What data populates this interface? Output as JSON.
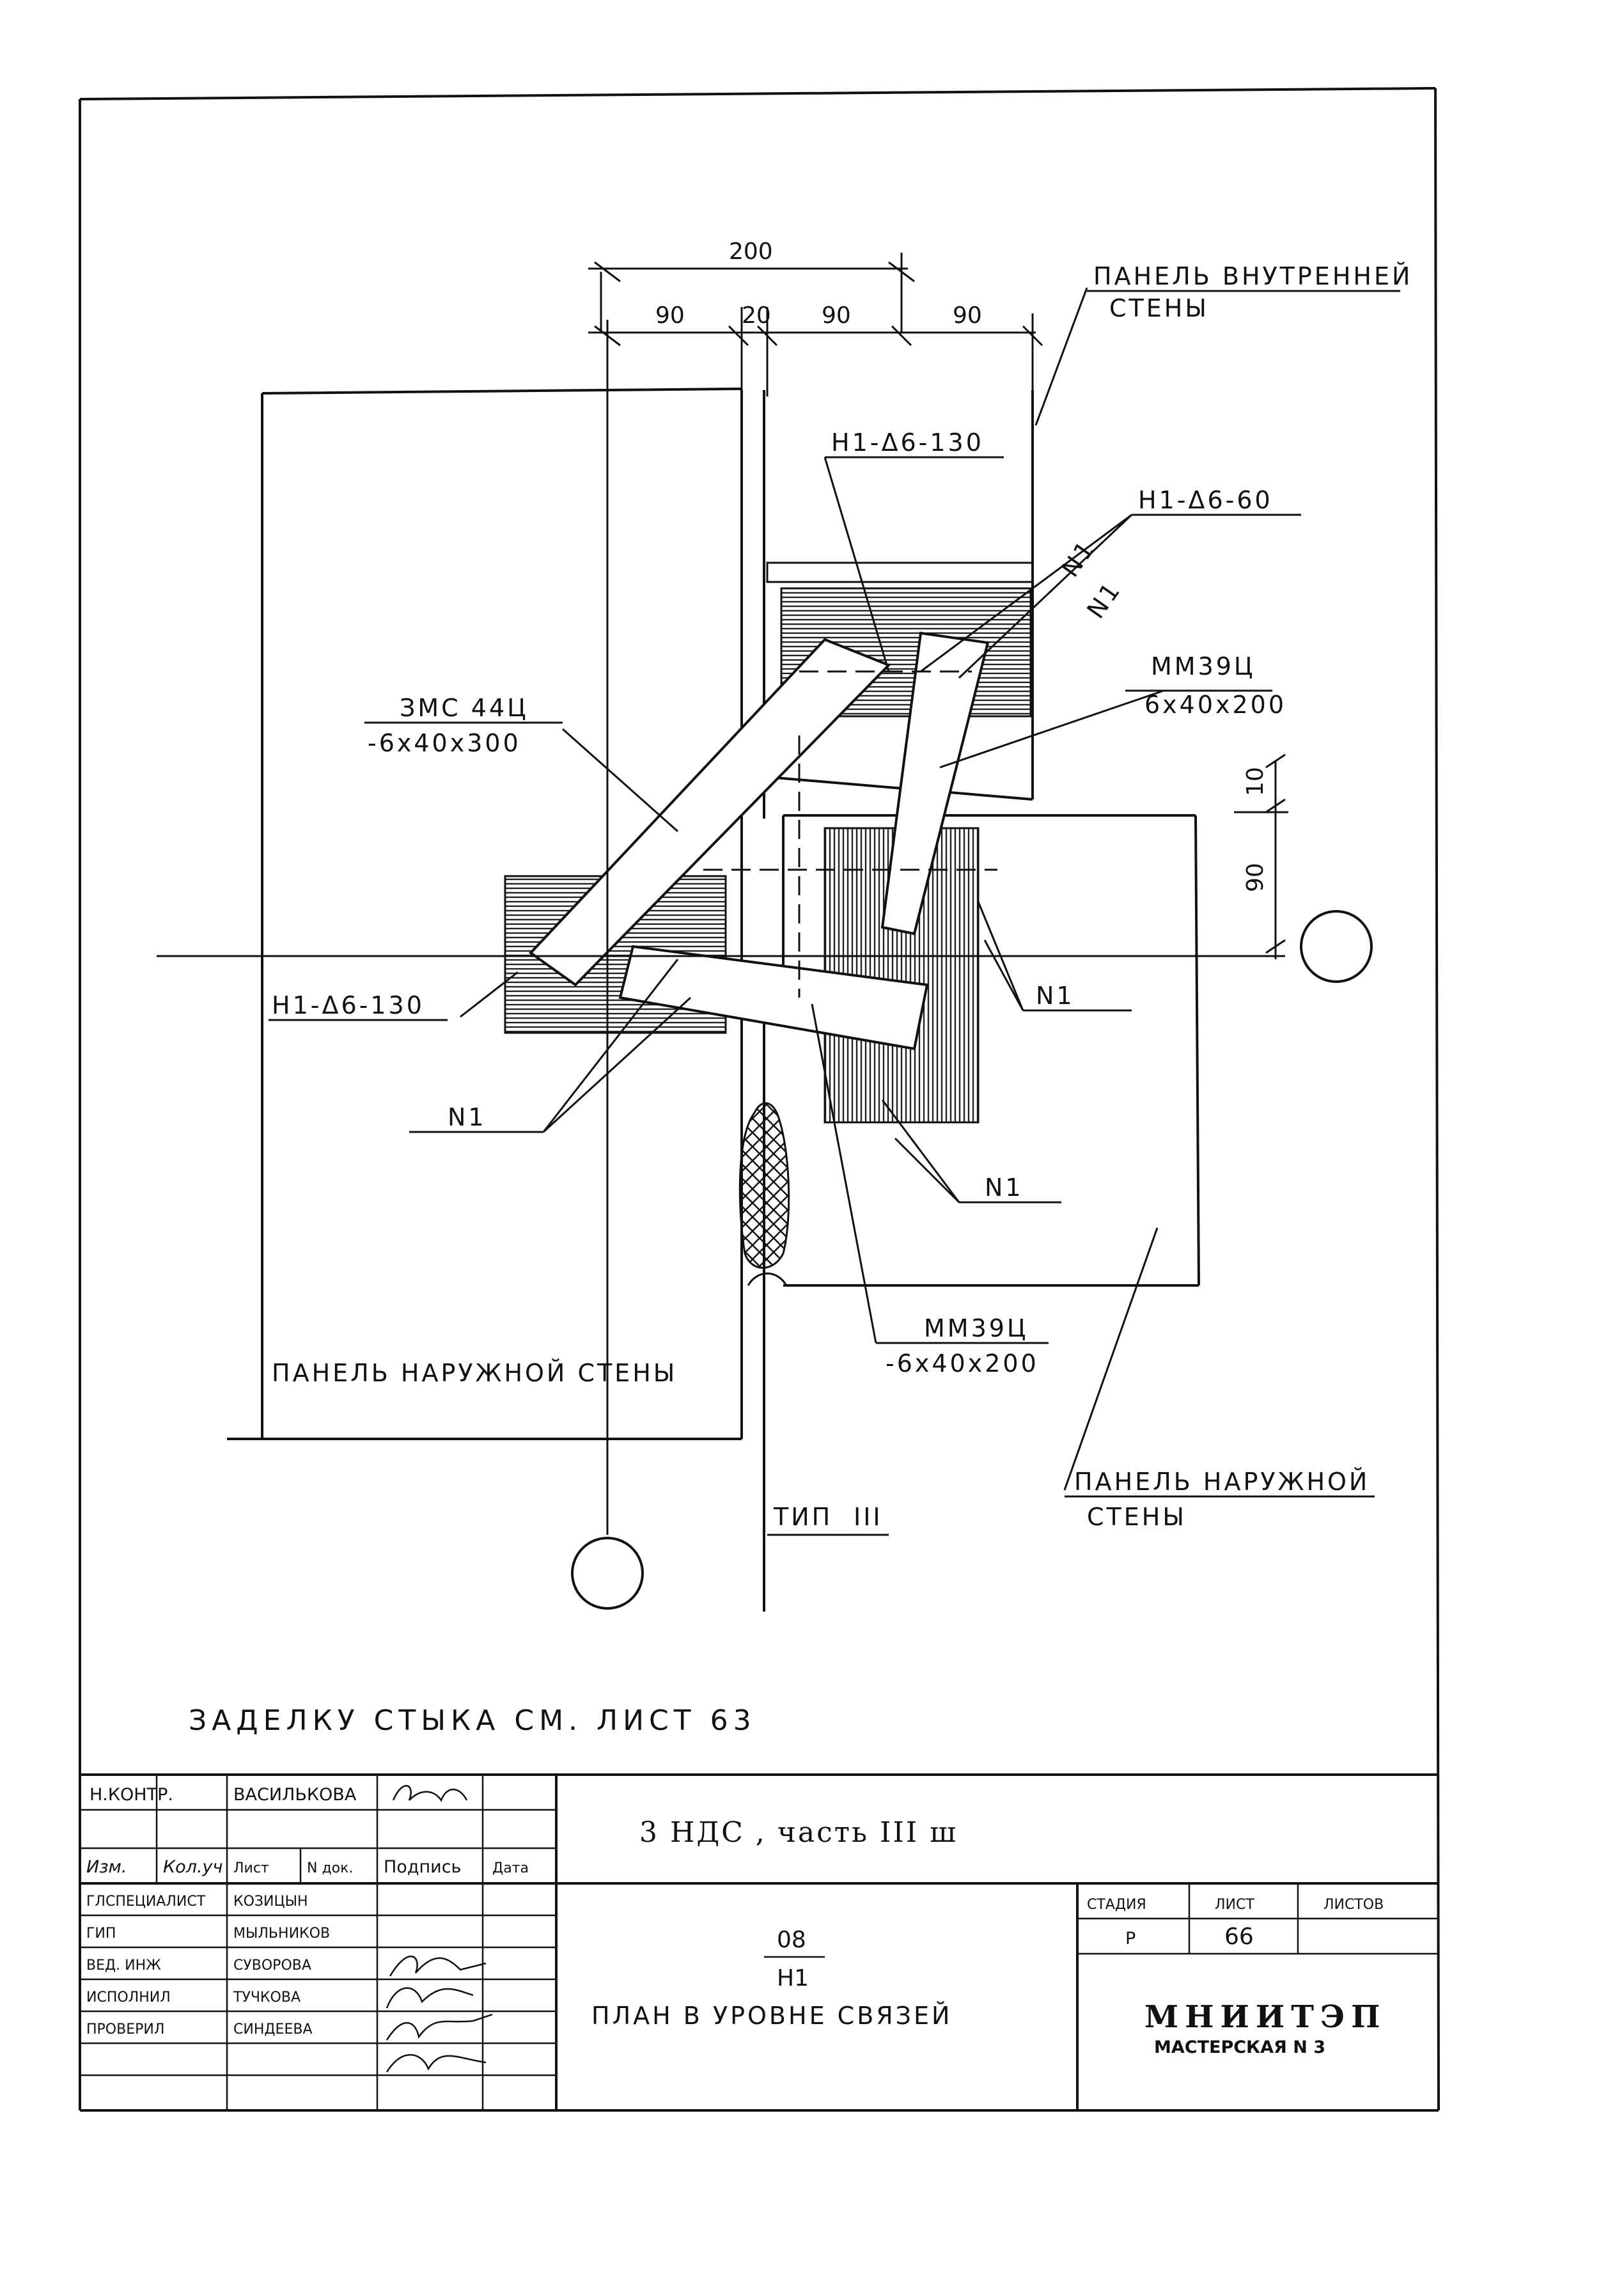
{
  "dimensions": {
    "overall": "200",
    "seg_1": "90",
    "seg_2": "20",
    "seg_3": "90",
    "seg_4": "90",
    "side_10": "10",
    "side_90": "90"
  },
  "labels": {
    "inner_panel_l1": "ПАНЕЛЬ ВНУТРЕННЕЙ",
    "inner_panel_l2": "СТЕНЫ",
    "tie_top": "Н1-Δ6-130",
    "tie_right": "Н1-Δ6-60",
    "n1": "N1",
    "mm39_top_l1": "ММ39Ц",
    "mm39_top_l2": "6х40х200",
    "zmc_l1": "ЗМС 44Ц",
    "zmc_l2": "-6х40х300",
    "tie_left": "Н1-Δ6-130",
    "mm39_bot_l1": "ММ39Ц",
    "mm39_bot_l2": "-6х40х200",
    "outer_panel_left": "ПАНЕЛЬ НАРУЖНОЙ СТЕНЫ",
    "type": "ТИП",
    "type_roman": "III",
    "outer_panel_right_l1": "ПАНЕЛЬ НАРУЖНОЙ",
    "outer_panel_right_l2": "СТЕНЫ",
    "note": "ЗАДЕЛКУ СТЫКА СМ. ЛИСТ 63"
  },
  "title_block": {
    "rows": [
      {
        "role": "Н.КОНТР.",
        "name": "ВАСИЛЬКОВА"
      },
      {
        "role": "",
        "name": ""
      },
      {
        "role": "Изм.",
        "name": "Кол.уч"
      },
      {
        "role": "ГЛСПЕЦИАЛИСТ",
        "name": "КОЗИЦЫН"
      },
      {
        "role": "ГИП",
        "name": "МЫЛЬНИКОВ"
      },
      {
        "role": "ВЕД. ИНЖ",
        "name": "СУВОРОВА"
      },
      {
        "role": "ИСПОЛНИЛ",
        "name": "ТУЧКОВА"
      },
      {
        "role": "ПРОВЕРИЛ",
        "name": "СИНДЕЕВА"
      }
    ],
    "hdr_list": "Лист",
    "hdr_ndoc": "N док.",
    "hdr_sign": "Подпись",
    "hdr_date": "Дата",
    "project": "3 НДС , часть III ш",
    "code_num": "08",
    "code_den": "Н1",
    "sheet_title": "ПЛАН В УРОВНЕ СВЯЗЕЙ",
    "stage_hdr": "СТАДИЯ",
    "sheet_hdr": "ЛИСТ",
    "sheets_hdr": "ЛИСТОВ",
    "stage": "Р",
    "sheet": "66",
    "sheets": "",
    "org_name": "МНИИТЭП",
    "org_sub": "МАСТЕРСКАЯ N 3"
  }
}
